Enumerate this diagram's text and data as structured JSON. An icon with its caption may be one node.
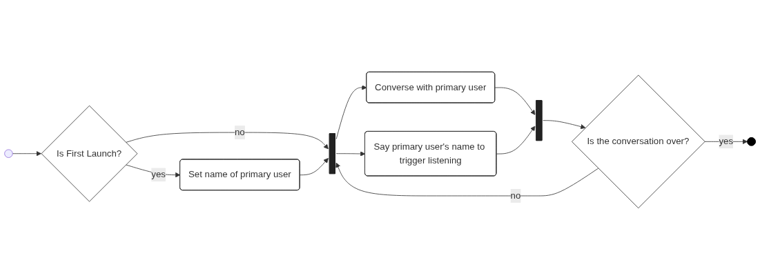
{
  "diagram": {
    "nodes": [
      {
        "text": [],
        "shape": "circle"
      },
      {
        "text": [
          "Is First Launch?"
        ]
      },
      {
        "text": [
          "Set name of primary user"
        ]
      },
      {
        "text": [],
        "shape": "bar"
      },
      {
        "text": [
          "Converse with primary user"
        ]
      },
      {
        "text": [
          "Say primary user's name to trigger listening"
        ]
      },
      {
        "text": [],
        "shape": "bar"
      },
      {
        "text": [
          "Is the conversation over?"
        ]
      },
      {
        "text": [],
        "shape": "circle"
      }
    ],
    "edges": [
      {
        "from": 0,
        "to": 1,
        "arrow": "to"
      },
      {
        "from": 1,
        "to": 3,
        "label": "no",
        "arrow": "to"
      },
      {
        "from": 1,
        "to": 2,
        "label": "yes",
        "arrow": "to"
      },
      {
        "from": 2,
        "to": 3,
        "arrow": "to"
      },
      {
        "from": 3,
        "to": 4,
        "arrow": "to"
      },
      {
        "from": 3,
        "to": 5,
        "arrow": "to"
      },
      {
        "from": 4,
        "to": 6,
        "arrow": "to"
      },
      {
        "from": 5,
        "to": 6,
        "arrow": "to"
      },
      {
        "from": 6,
        "to": 7,
        "arrow": "to"
      },
      {
        "from": 7,
        "to": 3,
        "label": "no",
        "arrow": "to"
      },
      {
        "from": 7,
        "to": 8,
        "label": "yes",
        "arrow": "to"
      }
    ]
  }
}
